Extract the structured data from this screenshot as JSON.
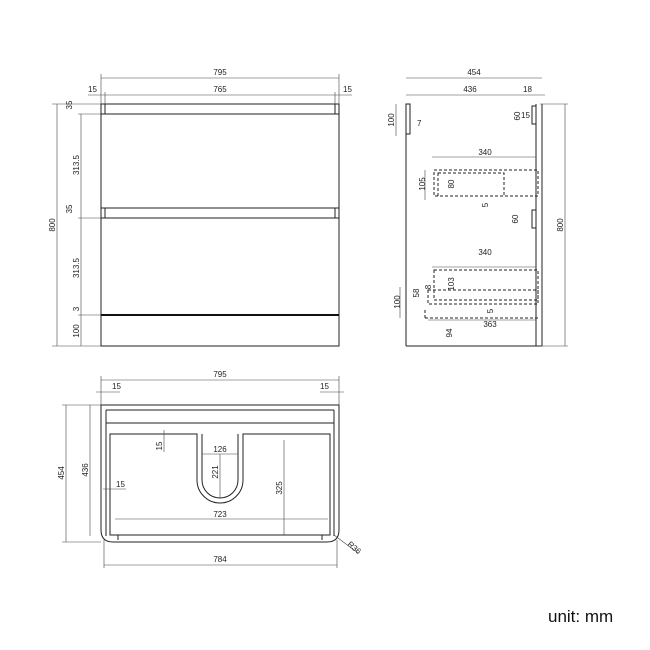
{
  "front_view": {
    "width": "795",
    "inner_width": "765",
    "side_left": "15",
    "side_right": "15",
    "height": "800",
    "top_rail": "35",
    "drawer_top": "313.5",
    "mid_rail": "35",
    "drawer_bottom": "313.5",
    "gap": "3",
    "plinth": "100"
  },
  "side_view": {
    "depth": "454",
    "inner_depth": "436",
    "back": "18",
    "top_rail": "100",
    "rail_offset": "7",
    "handle_top": "60",
    "handle_top_w": "15",
    "drawer1_len": "340",
    "drawer1_h": "105",
    "drawer1_inner": "80",
    "drawer1_base": "5",
    "handle_mid": "60",
    "height": "800",
    "drawer2_len": "340",
    "drawer2_inner": "103",
    "drawer2_gap": "8",
    "plinth_inner": "58",
    "plinth": "100",
    "drawer2_base": "5",
    "bottom_len": "363",
    "plinth_set": "94"
  },
  "top_view": {
    "width": "795",
    "side_left": "15",
    "side_right": "15",
    "depth": "454",
    "inner_depth": "436",
    "rail": "15",
    "side_panel": "15",
    "cutout_w": "126",
    "cutout_d": "221",
    "drawer_depth": "325",
    "drawer_w": "723",
    "bottom_width": "784",
    "radius": "R36"
  },
  "unit_label": "unit: mm"
}
